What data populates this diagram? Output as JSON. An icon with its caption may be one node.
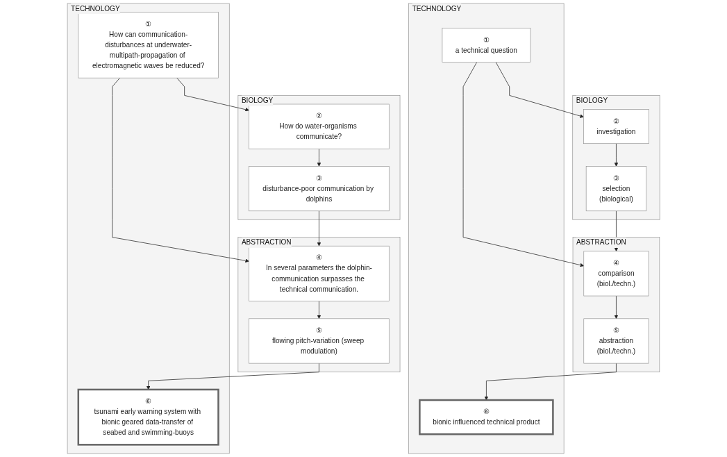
{
  "diagram": {
    "nodes": [
      {
        "text": [
          "BIOLOGY"
        ]
      },
      {
        "text": [
          "②",
          "investigation"
        ],
        "in": 0
      },
      {
        "text": [
          "③",
          "selection",
          "(biological)"
        ],
        "in": 0
      },
      {
        "text": [
          "ABSTRACTION"
        ]
      },
      {
        "text": [
          "④",
          "comparison",
          "(biol./techn.)"
        ],
        "in": 3
      },
      {
        "text": [
          "⑤",
          "abstraction",
          "(biol./techn.)"
        ],
        "in": 3
      },
      {
        "text": [
          "TECHNOLOGY"
        ]
      },
      {
        "text": [
          "⑥",
          "bionic influenced technical product"
        ],
        "in": 6
      },
      {
        "text": [
          "①",
          "a technical question"
        ],
        "in": 6
      },
      {
        "text": [
          "BIOLOGY"
        ]
      },
      {
        "text": [
          "②",
          "How do water-organisms communicate?"
        ],
        "in": 9
      },
      {
        "text": [
          "③",
          "disturbance-poor communication by dolphins"
        ],
        "in": 9
      },
      {
        "text": [
          "ABSTRACTION"
        ]
      },
      {
        "text": [
          "④",
          "In several parameters the dolphin-communication surpasses the technical communication."
        ],
        "in": 12
      },
      {
        "text": [
          "⑤",
          "flowing pitch-variation (sweep modulation)"
        ],
        "in": 12
      },
      {
        "text": [
          "TECHNOLOGY"
        ]
      },
      {
        "text": [
          "⑥",
          "tsunami early warning system with bionic geared data-transfer of seabed and swimming-buoys"
        ],
        "in": 15
      },
      {
        "text": [
          "①",
          "How can communication-disturbances at underwater-multipath-propagation of electromagnetic waves be reduced?"
        ],
        "in": 15
      }
    ],
    "edges": [
      {
        "from": 8,
        "to": 1,
        "arrow": "to"
      },
      {
        "from": 1,
        "to": 2,
        "arrow": "to"
      },
      {
        "from": 2,
        "to": 4,
        "arrow": "to"
      },
      {
        "from": 4,
        "to": 5,
        "arrow": "to"
      },
      {
        "from": 5,
        "to": 7,
        "arrow": "to"
      },
      {
        "from": 8,
        "to": 4,
        "arrow": "to"
      },
      {
        "from": 17,
        "to": 10,
        "arrow": "to"
      },
      {
        "from": 10,
        "to": 11,
        "arrow": "to"
      },
      {
        "from": 11,
        "to": 13,
        "arrow": "to"
      },
      {
        "from": 13,
        "to": 14,
        "arrow": "to"
      },
      {
        "from": 14,
        "to": 16,
        "arrow": "to"
      },
      {
        "from": 17,
        "to": 13,
        "arrow": "to"
      }
    ]
  }
}
